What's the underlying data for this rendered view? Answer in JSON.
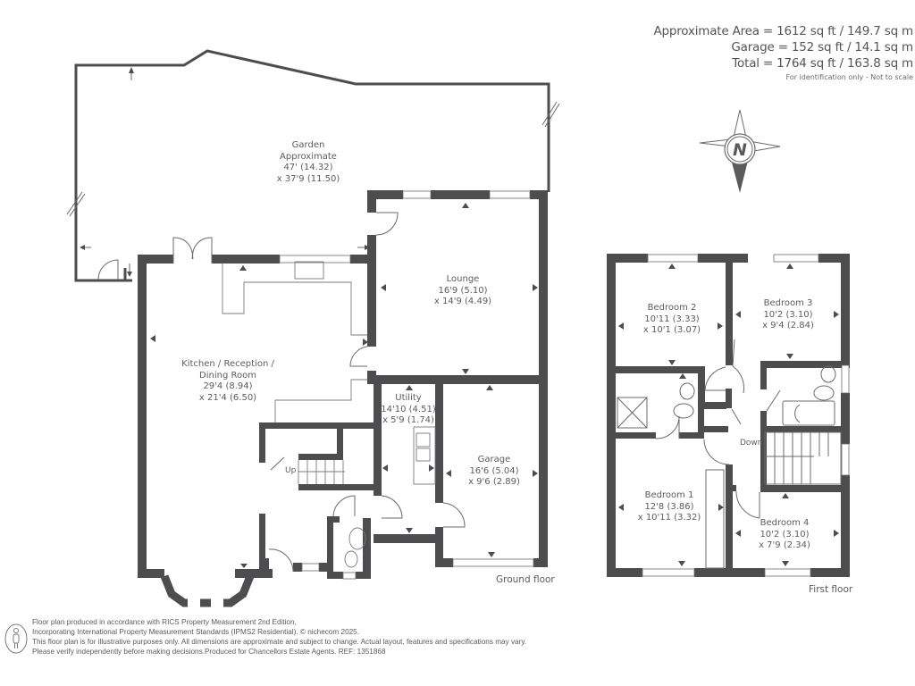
{
  "area_summary": {
    "approximate_area": "Approximate Area = 1612 sq ft / 149.7 sq m",
    "garage": "Garage = 152 sq ft / 14.1 sq m",
    "total": "Total = 1764 sq ft / 163.8 sq m",
    "note": "For identification only - Not to scale"
  },
  "compass": {
    "icon": "compass-north-icon",
    "label": "N"
  },
  "ground_floor": {
    "label": "Ground floor",
    "rooms": [
      {
        "name": "Garden",
        "lines": [
          "Garden",
          "Approximate",
          "47' (14.32)",
          "x 37'9 (11.50)"
        ]
      },
      {
        "name": "Lounge",
        "lines": [
          "Lounge",
          "16'9 (5.10)",
          "x 14'9 (4.49)"
        ]
      },
      {
        "name": "Kitchen / Reception / Dining Room",
        "lines": [
          "Kitchen / Reception /",
          "Dining Room",
          "29'4 (8.94)",
          "x 21'4 (6.50)"
        ]
      },
      {
        "name": "Utility",
        "lines": [
          "Utility",
          "14'10 (4.51)",
          "x 5'9 (1.74)"
        ]
      },
      {
        "name": "Garage",
        "lines": [
          "Garage",
          "16'6 (5.04)",
          "x 9'6 (2.89)"
        ]
      }
    ],
    "stairs_label": "Up"
  },
  "first_floor": {
    "label": "First floor",
    "rooms": [
      {
        "name": "Bedroom 2",
        "lines": [
          "Bedroom 2",
          "10'11 (3.33)",
          "x 10'1 (3.07)"
        ]
      },
      {
        "name": "Bedroom 3",
        "lines": [
          "Bedroom 3",
          "10'2 (3.10)",
          "x 9'4 (2.84)"
        ]
      },
      {
        "name": "Bedroom 1",
        "lines": [
          "Bedroom 1",
          "12'8 (3.86)",
          "x 10'11 (3.32)"
        ]
      },
      {
        "name": "Bedroom 4",
        "lines": [
          "Bedroom 4",
          "10'2 (3.10)",
          "x 7'9 (2.34)"
        ]
      }
    ],
    "stairs_label": "Down"
  },
  "footer": {
    "icon": "person-icon",
    "lines": [
      "Floor plan produced in accordance with RICS Property Measurement 2nd Edition,",
      "Incorporating International Property Measurement Standards (IPMS2 Residential).   © nichecom 2025.",
      "This floor plan is for illustrative purposes only. All dimensions are approximate and subject to change. Actual layout, features and specifications may vary.",
      "Please verify independently before making decisions.Produced for Chancellors Estate Agents.   REF: 1351868"
    ]
  },
  "colors": {
    "wall": "#4d4d50",
    "line": "#6b6b6d",
    "text": "#5a5a5c",
    "background": "#ffffff"
  }
}
